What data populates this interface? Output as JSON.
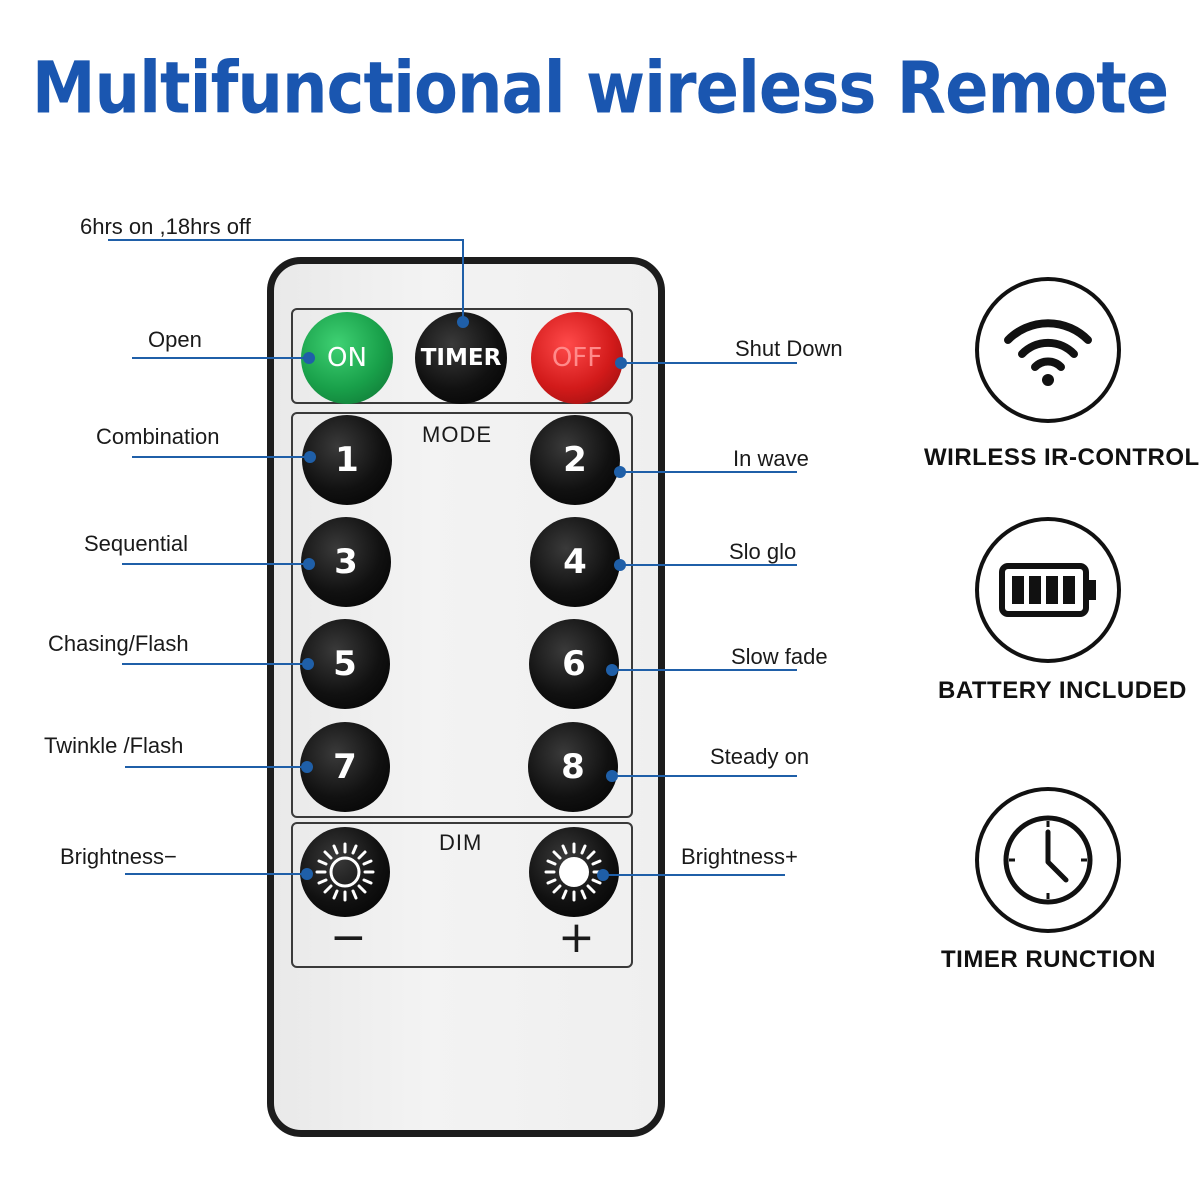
{
  "title": "Multifunctional wireless Remote",
  "remote": {
    "power": {
      "on": "ON",
      "timer": "TIMER",
      "off": "OFF"
    },
    "mode_label": "MODE",
    "dim_label": "DIM",
    "mode_buttons": [
      "1",
      "2",
      "3",
      "4",
      "5",
      "6",
      "7",
      "8"
    ],
    "dim_minus": "−",
    "dim_plus": "+"
  },
  "labels": {
    "timer": "6hrs on ,18hrs off",
    "on": "Open",
    "off": "Shut Down",
    "b1": "Combination",
    "b2": "In wave",
    "b3": "Sequential",
    "b4": "Slo glo",
    "b5": "Chasing/Flash",
    "b6": "Slow fade",
    "b7": "Twinkle /Flash",
    "b8": "Steady on",
    "dim_minus": "Brightness−",
    "dim_plus": "Brightness+"
  },
  "features": [
    {
      "icon": "wifi-icon",
      "label": "WIRLESS IR-CONTROL"
    },
    {
      "icon": "battery-icon",
      "label": "BATTERY INCLUDED"
    },
    {
      "icon": "clock-icon",
      "label": "TIMER RUNCTION"
    }
  ],
  "colors": {
    "title": "#1a56b0",
    "leader": "#1f5fa8",
    "on": "#19a04a",
    "off": "#d21a1a"
  }
}
